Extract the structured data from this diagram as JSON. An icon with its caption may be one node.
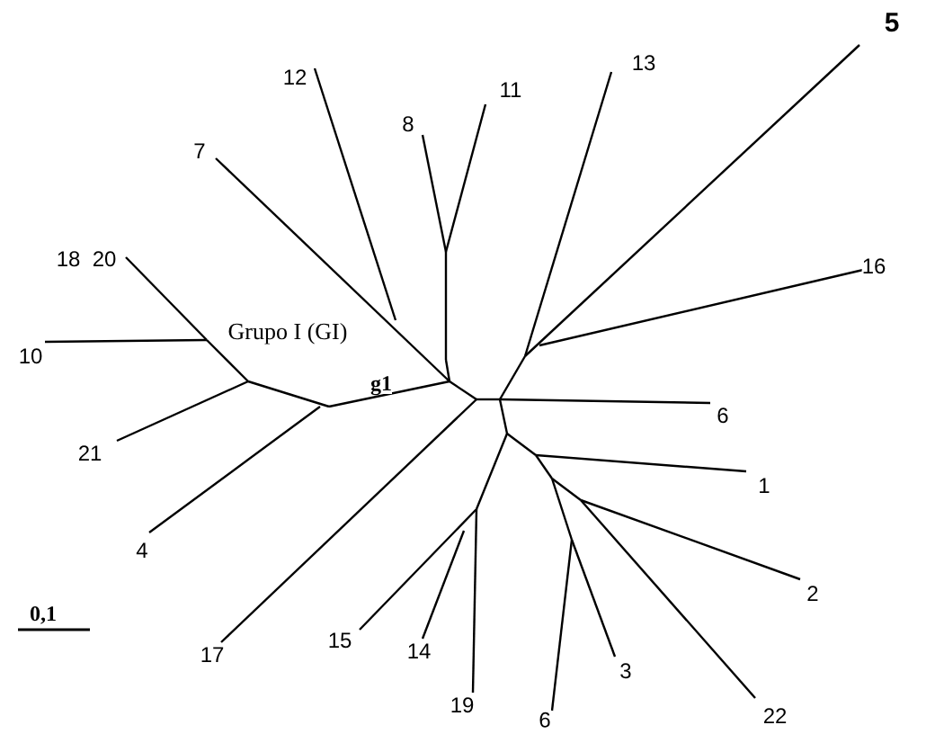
{
  "diagram": {
    "labels": [
      "5",
      "11",
      "13",
      "12",
      "8",
      "7",
      "16",
      "18",
      "20",
      "Grupo I (GI)",
      "10",
      "g1",
      "6",
      "21",
      "1",
      "4",
      "2",
      "17",
      "15",
      "14",
      "3",
      "19",
      "22",
      "9",
      "0,1"
    ]
  }
}
